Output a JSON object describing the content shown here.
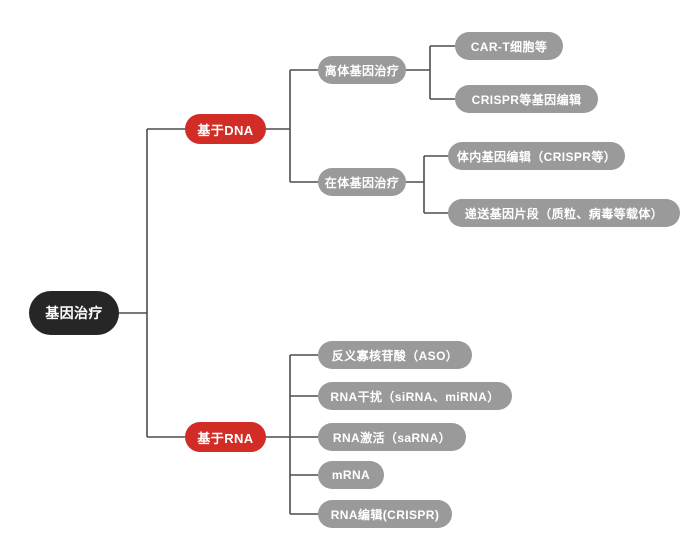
{
  "diagram": {
    "type": "mind-map",
    "title": "基因治疗",
    "colors": {
      "root": "#262626",
      "branch": "#d12d26",
      "node": "#9a9a9a",
      "connector": "#4d4d4d",
      "background": "#ffffff",
      "text": "#ffffff"
    },
    "root": {
      "label": "基因治疗"
    },
    "branches": [
      {
        "label": "基于DNA",
        "children": [
          {
            "label": "离体基因治疗",
            "children": [
              {
                "label": "CAR-T细胞等"
              },
              {
                "label": "CRISPR等基因编辑"
              }
            ]
          },
          {
            "label": "在体基因治疗",
            "children": [
              {
                "label": "体内基因编辑（CRISPR等）"
              },
              {
                "label": "递送基因片段（质粒、病毒等载体）"
              }
            ]
          }
        ]
      },
      {
        "label": "基于RNA",
        "children": [
          {
            "label": "反义寡核苷酸（ASO）"
          },
          {
            "label": "RNA干扰（siRNA、miRNA）"
          },
          {
            "label": "RNA激活（saRNA）"
          },
          {
            "label": "mRNA"
          },
          {
            "label": "RNA编辑(CRISPR)"
          }
        ]
      }
    ]
  }
}
